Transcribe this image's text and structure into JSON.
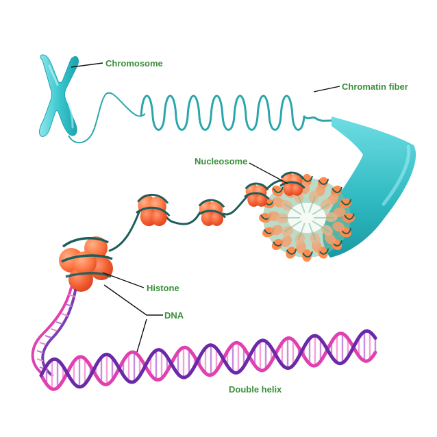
{
  "labels": {
    "chromosome": "Chromosome",
    "chromatin_fiber": "Chromatin fiber",
    "nucleosome": "Nucleosome",
    "histone": "Histone",
    "dna": "DNA",
    "double_helix": "Double helix"
  },
  "colors": {
    "label_text": "#3a8f3a",
    "chromosome": "#3cc7cf",
    "chromosome_dark": "#1aa3ad",
    "fiber_strand": "#2aa6aa",
    "dna_strand": "#1d5e5a",
    "histone": "#ff7a45",
    "histone_dark": "#ee5a2a",
    "helix_pink": "#e040b0",
    "helix_purple": "#6a2aa8",
    "leader_line": "#111111"
  }
}
